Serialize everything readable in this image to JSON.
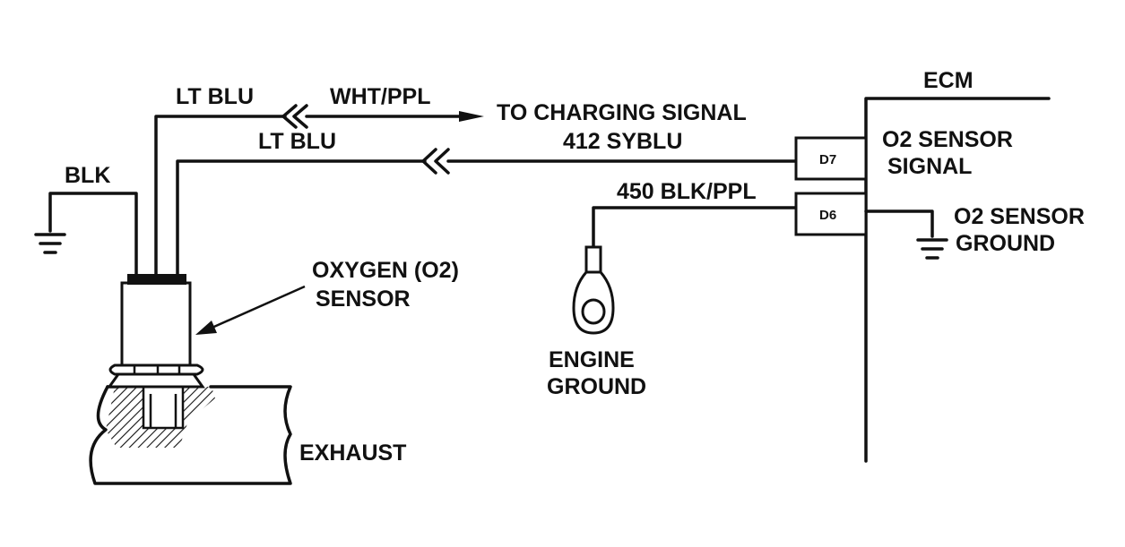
{
  "labels": {
    "blk": "BLK",
    "lt_blu_upper": "LT BLU",
    "lt_blu_lower": "LT BLU",
    "wht_ppl": "WHT/PPL",
    "to_charging_signal": "TO CHARGING SIGNAL",
    "wire_412": "412 SYBLU",
    "wire_450": "450 BLK/PPL",
    "ecm": "ECM",
    "pin_d7": "D7",
    "pin_d6": "D6",
    "o2_sensor_signal_line1": "O2 SENSOR",
    "o2_sensor_signal_line2": "SIGNAL",
    "o2_sensor_ground_line1": "O2 SENSOR",
    "o2_sensor_ground_line2": "GROUND",
    "oxygen_sensor_line1": "OXYGEN (O2)",
    "oxygen_sensor_line2": "SENSOR",
    "engine_ground_line1": "ENGINE",
    "engine_ground_line2": "GROUND",
    "exhaust": "EXHAUST"
  },
  "colors": {
    "ink": "#111111",
    "background": "#ffffff"
  }
}
